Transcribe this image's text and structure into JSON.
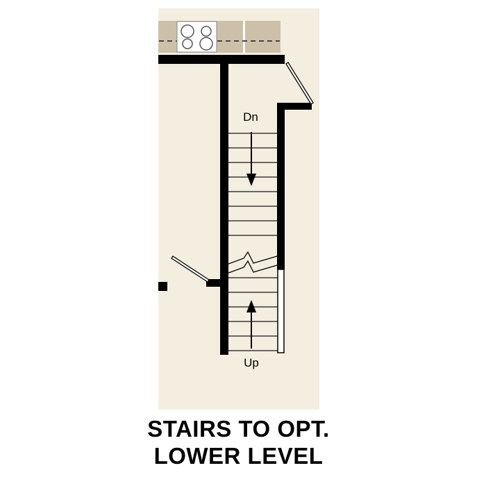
{
  "plan": {
    "labels": {
      "down": "Dn",
      "up": "Up"
    }
  },
  "caption": {
    "line1": "STAIRS TO OPT.",
    "line2": "LOWER LEVEL"
  },
  "colors": {
    "canvas_bg": "#ffffff",
    "plan_bg": "#f4eee1",
    "counter_fill": "#ccc0a9",
    "wall": "#000000",
    "tread_line": "#3a3a3a"
  }
}
